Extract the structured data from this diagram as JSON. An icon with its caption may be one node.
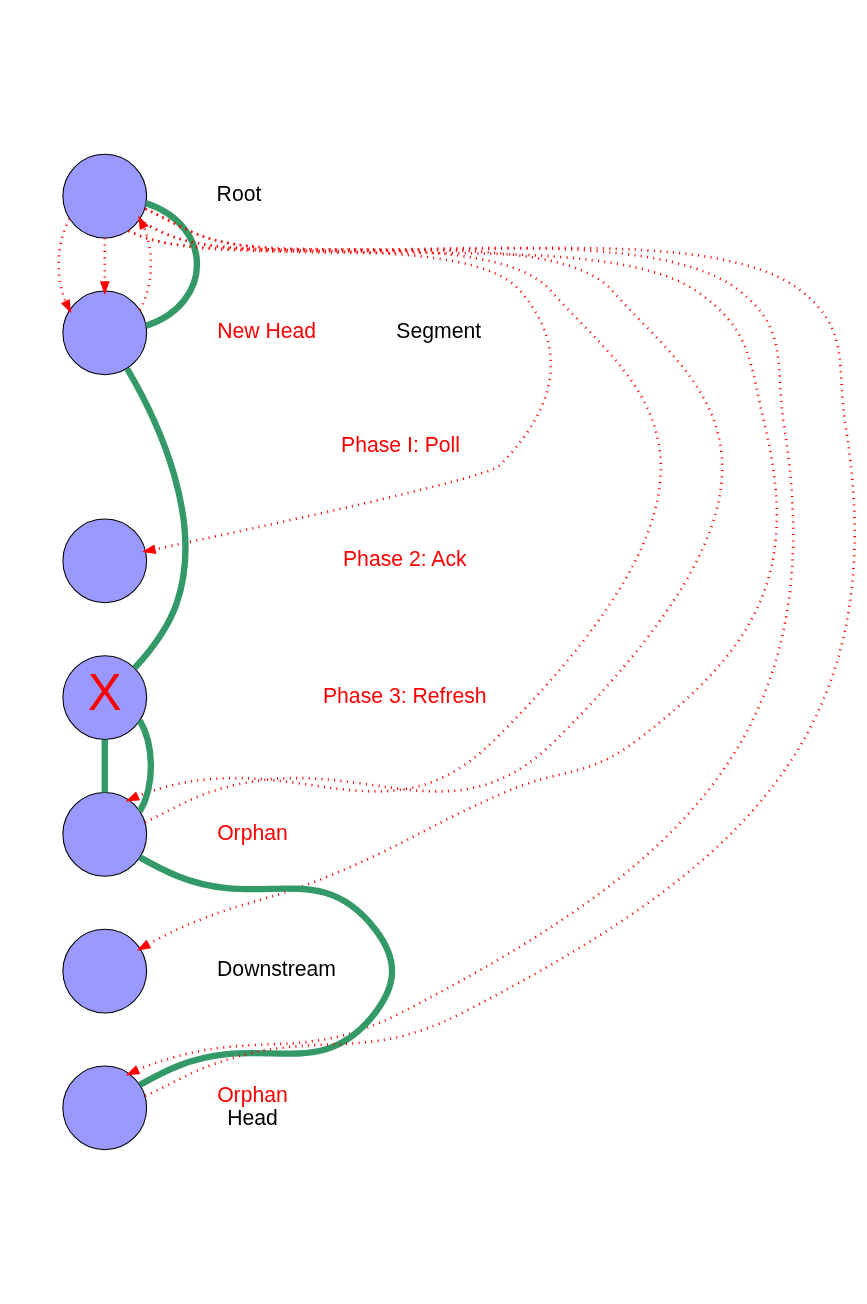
{
  "diagram": {
    "nodes": [
      {
        "text": [],
        "shape": "circle",
        "beside": [
          "Root"
        ]
      },
      {
        "text": [],
        "shape": "circle",
        "beside": [
          "New Head"
        ]
      },
      {
        "text": [],
        "shape": "circle"
      },
      {
        "text": [
          "X"
        ]
      },
      {
        "text": [],
        "shape": "circle",
        "beside": [
          "Orphan"
        ]
      },
      {
        "text": [],
        "shape": "circle"
      },
      {
        "text": [],
        "shape": "circle",
        "beside": [
          "Orphan",
          "Head"
        ]
      }
    ],
    "edges": [
      {
        "from": 0,
        "to": 1,
        "arrow": "to",
        "style": "dashed"
      },
      {
        "from": 0,
        "to": 1,
        "arrow": "to",
        "style": "dashed"
      },
      {
        "from": 1,
        "to": 0,
        "arrow": "to",
        "style": "dashed"
      },
      {
        "from": 0,
        "to": 2,
        "arrow": "to",
        "style": "dashed"
      },
      {
        "from": 0,
        "to": 5,
        "arrow": "to",
        "style": "dashed"
      },
      {
        "from": 0,
        "to": 4,
        "arrow": "to",
        "style": "dashed"
      },
      {
        "from": 4,
        "to": 0,
        "arrow": "none",
        "style": "dashed"
      },
      {
        "from": 0,
        "to": 6,
        "arrow": "to",
        "style": "dashed"
      },
      {
        "from": 6,
        "to": 0,
        "arrow": "none",
        "style": "dashed"
      },
      {
        "from": 0,
        "to": 1,
        "arrow": "none",
        "style": "thick",
        "color": "#339966"
      },
      {
        "from": 1,
        "to": 3,
        "arrow": "none",
        "style": "thick",
        "color": "#339966"
      },
      {
        "from": 3,
        "to": 4,
        "arrow": "none",
        "style": "thick",
        "color": "#339966"
      },
      {
        "from": 4,
        "to": 3,
        "arrow": "none",
        "style": "thick",
        "color": "#339966"
      },
      {
        "from": 4,
        "to": 6,
        "arrow": "none",
        "style": "thick",
        "color": "#339966"
      }
    ],
    "labels": [
      "Segment",
      "Phase I: Poll",
      "Phase 2: Ack",
      "Phase 3: Refresh",
      "Downstream"
    ]
  }
}
